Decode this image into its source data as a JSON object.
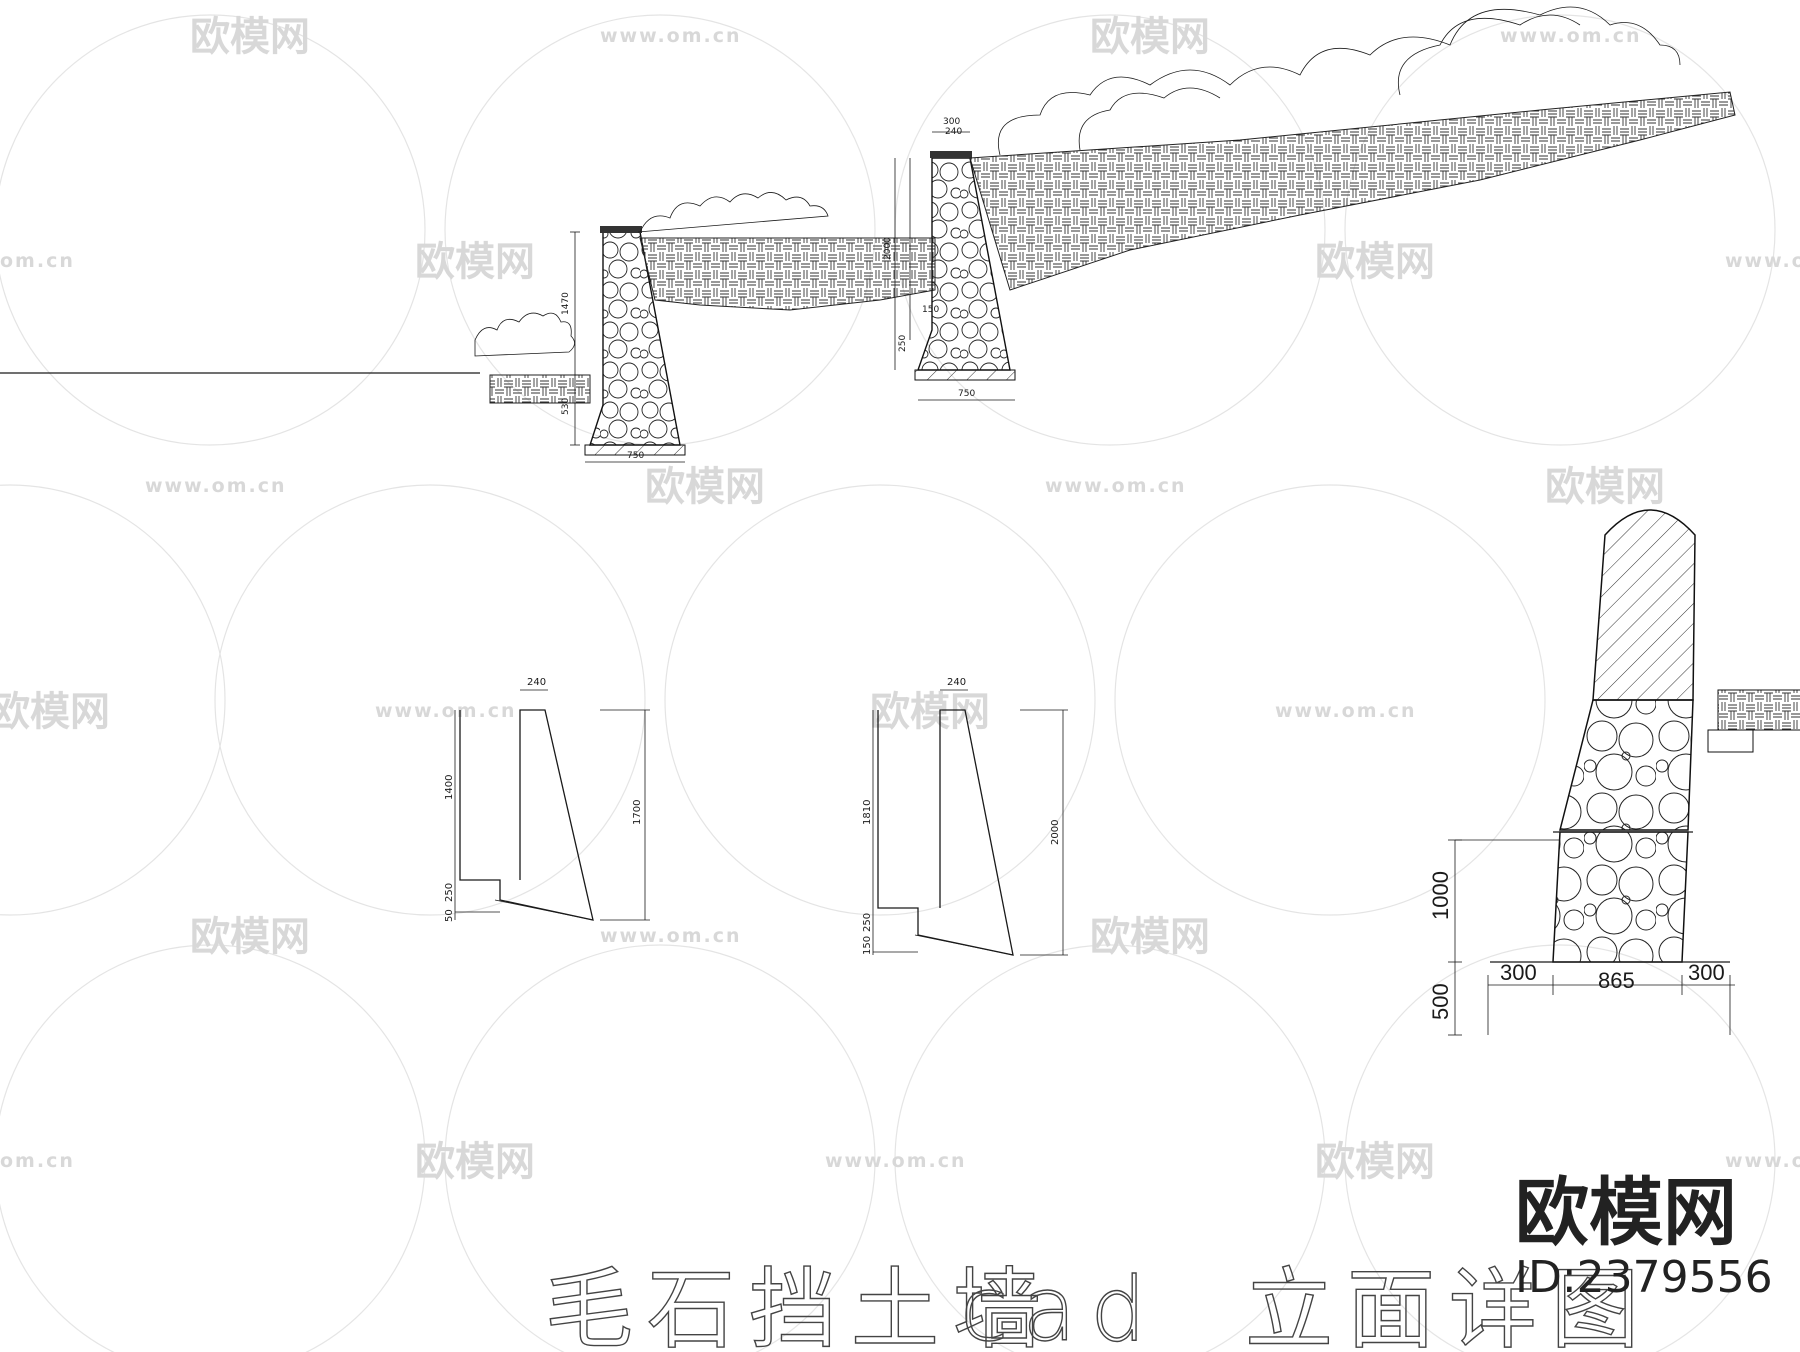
{
  "drawing": {
    "title_chars": "毛石挡土墙",
    "title_cad": "cad",
    "title_detail": "立面详图"
  },
  "brand": {
    "name": "欧模网",
    "id_label": "ID:2379556"
  },
  "watermarks": {
    "logo_text": "欧模网",
    "url_text": "www.om.cn",
    "url_short": "om.cn"
  },
  "section_top": {
    "wall1_height": "1470",
    "wall1_base": "750",
    "wall1_footing": "530",
    "wall2_top": "300",
    "wall2_cap": "240",
    "wall2_height": "2000",
    "wall2_step": "150",
    "wall2_footing": "250",
    "wall2_base": "750"
  },
  "profile_a": {
    "top_width": "240",
    "left_height": "1400",
    "footing": "250",
    "base": "50",
    "total_height": "1700"
  },
  "profile_b": {
    "top_width": "240",
    "left_height": "1810",
    "footing": "250",
    "base": "150",
    "total_height": "2000"
  },
  "pillar_detail": {
    "height_upper": "1000",
    "height_lower": "500",
    "width_left": "300",
    "width_center": "865",
    "width_right": "300"
  },
  "colors": {
    "line": "#1a1a1a",
    "watermark": "#b9b9b9"
  }
}
